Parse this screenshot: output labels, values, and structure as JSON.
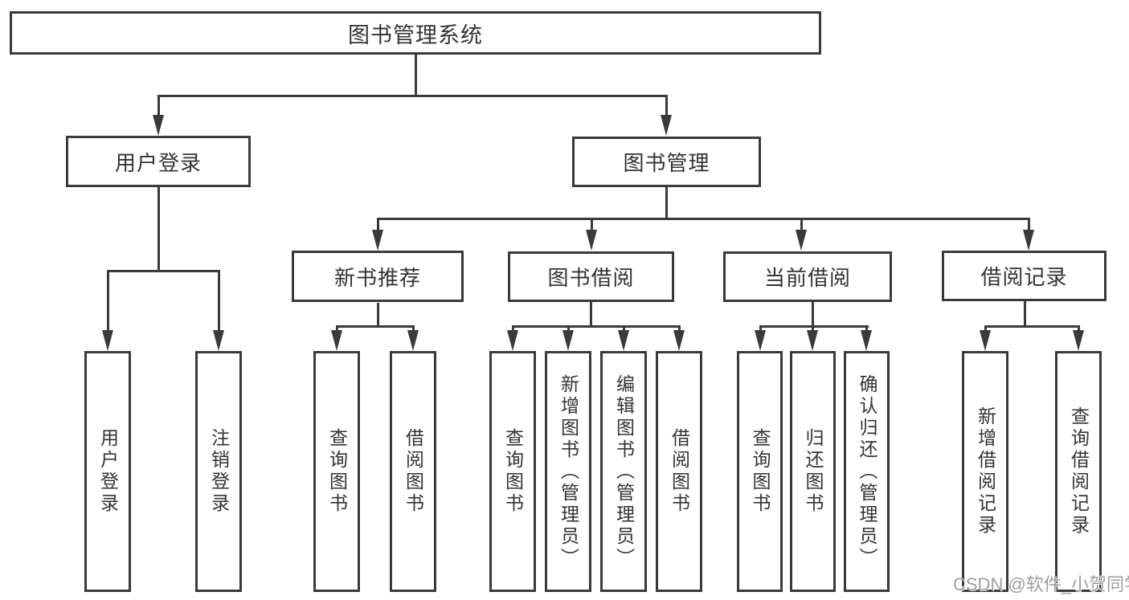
{
  "tree": {
    "root": {
      "label": "图书管理系统"
    },
    "level2": [
      {
        "label": "用户登录"
      },
      {
        "label": "图书管理"
      }
    ],
    "level3": [
      {
        "label": "新书推荐"
      },
      {
        "label": "图书借阅"
      },
      {
        "label": "当前借阅"
      },
      {
        "label": "借阅记录"
      }
    ],
    "leaves": {
      "user_login": [
        "用户登录",
        "注销登录"
      ],
      "new_books": [
        "查询图书",
        "借阅图书"
      ],
      "book_borrow": [
        "查询图书",
        "新增图书（管理员）",
        "编辑图书（管理员）",
        "借阅图书"
      ],
      "current_borrow": [
        "查询图书",
        "归还图书",
        "确认归还（管理员）"
      ],
      "borrow_records": [
        "新增借阅记录",
        "查询借阅记录"
      ]
    }
  },
  "watermark": "CSDN @软件_小贺同学",
  "colors": {
    "line": "#3a3a3a",
    "text": "#333333",
    "watermark": "#9e9e9e",
    "background": "#ffffff"
  }
}
